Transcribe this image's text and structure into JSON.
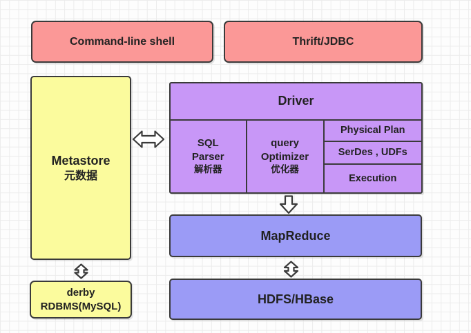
{
  "page": {
    "title": "Hive architecture diagram"
  },
  "colors": {
    "pink": "#fb9897",
    "yellow": "#fbfb9d",
    "purple": "#c897f7",
    "periwinkle": "#9b9bf6",
    "border": "#3a3a3a",
    "text": "#222222",
    "arrow-fill": "#ffffff",
    "grid-line": "#ececec",
    "canvas-bg": "#fdfdfd"
  },
  "nodes": {
    "cmd_shell": {
      "label": "Command-line shell"
    },
    "thrift": {
      "label": "Thrift/JDBC"
    },
    "metastore": {
      "label_en": "Metastore",
      "label_zh": "元数据"
    },
    "driver": {
      "label": "Driver"
    },
    "sql_parser": {
      "line1": "SQL",
      "line2": "Parser",
      "line3": "解析器"
    },
    "query_optimizer": {
      "line1": "query",
      "line2": "Optimizer",
      "line3": "优化器"
    },
    "physical_plan": {
      "label": "Physical Plan"
    },
    "serdes_udfs": {
      "label": "SerDes , UDFs"
    },
    "execution": {
      "label": "Execution"
    },
    "mapreduce": {
      "label": "MapReduce"
    },
    "hdfs_hbase": {
      "label": "HDFS/HBase"
    },
    "derby": {
      "line1": "derby",
      "line2": "RDBMS(MySQL)"
    }
  },
  "connectors": {
    "metastore_driver": "bidirectional-horizontal",
    "driver_mapreduce": "down",
    "mapreduce_hdfs": "bidirectional-vertical",
    "metastore_derby": "bidirectional-vertical"
  }
}
